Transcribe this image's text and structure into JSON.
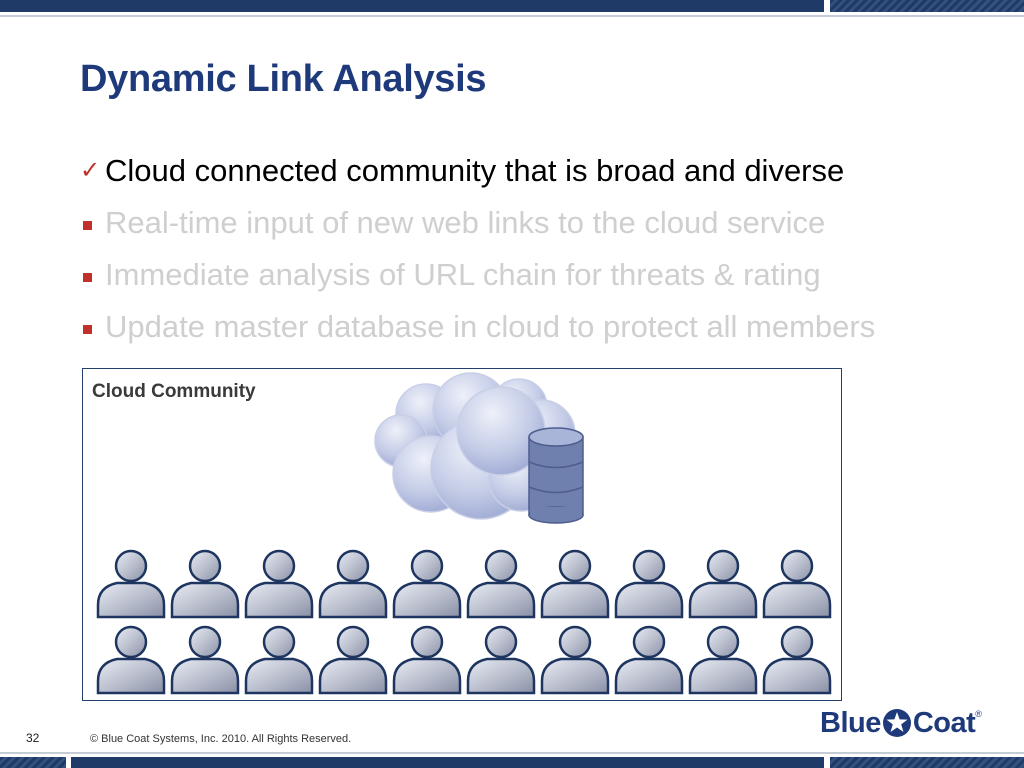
{
  "slide": {
    "title": "Dynamic Link Analysis",
    "bullets": [
      {
        "text": "Cloud connected community that is broad and diverse",
        "state": "active",
        "marker": "check"
      },
      {
        "text": "Real-time input of new web links to the cloud service",
        "state": "dim",
        "marker": "square"
      },
      {
        "text": "Immediate analysis of URL chain for threats & rating",
        "state": "dim",
        "marker": "square"
      },
      {
        "text": "Update master database in cloud to protect all members",
        "state": "dim",
        "marker": "square"
      }
    ],
    "check_glyph": "✓",
    "diagram": {
      "label": "Cloud Community",
      "icons": {
        "cloud": "cloud-icon",
        "database": "database-icon",
        "person": "person-icon"
      },
      "people_rows": 2,
      "people_per_row": 10
    }
  },
  "footer": {
    "page_number": "32",
    "copyright": "© Blue Coat Systems, Inc. 2010.  All Rights Reserved.",
    "logo": {
      "left": "Blue",
      "right": "Coat",
      "reg": "®"
    }
  },
  "colors": {
    "title": "#1f3a7a",
    "bullet_marker": "#c0312b",
    "dim_text": "#cfcfcf",
    "band": "#1f3a66"
  }
}
